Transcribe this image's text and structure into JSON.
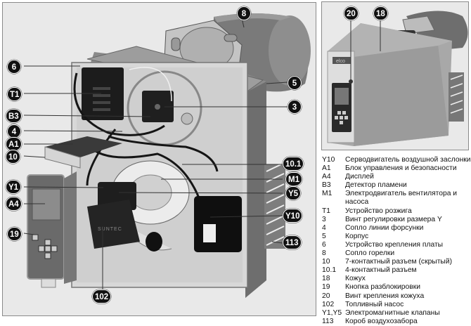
{
  "diagram": {
    "subject": "Oil burner component layout",
    "pump_brand_text": "SUNTEC",
    "housing_brand_text": "elco",
    "colors": {
      "panel_bg": "#e9e9e9",
      "panel_border": "#8a8a8a",
      "badge_bg": "#111111",
      "badge_text": "#ffffff",
      "housing": "#8c8c8c",
      "dark_parts": "#1a1a1a"
    }
  },
  "main_callouts": [
    {
      "id": "8",
      "label": "8"
    },
    {
      "id": "6",
      "label": "6"
    },
    {
      "id": "5",
      "label": "5"
    },
    {
      "id": "T1",
      "label": "T1"
    },
    {
      "id": "3",
      "label": "3"
    },
    {
      "id": "B3",
      "label": "B3"
    },
    {
      "id": "4",
      "label": "4"
    },
    {
      "id": "A1",
      "label": "A1"
    },
    {
      "id": "10",
      "label": "10"
    },
    {
      "id": "10.1",
      "label": "10.1"
    },
    {
      "id": "M1",
      "label": "M1"
    },
    {
      "id": "Y1",
      "label": "Y1"
    },
    {
      "id": "Y5",
      "label": "Y5"
    },
    {
      "id": "A4",
      "label": "A4"
    },
    {
      "id": "Y10",
      "label": "Y10"
    },
    {
      "id": "19",
      "label": "19"
    },
    {
      "id": "113",
      "label": "113"
    },
    {
      "id": "102",
      "label": "102"
    }
  ],
  "inset_callouts": [
    {
      "id": "20",
      "label": "20"
    },
    {
      "id": "18",
      "label": "18"
    }
  ],
  "legend": [
    {
      "code": "Y10",
      "text": "Серводвигатель воздушной заслонки"
    },
    {
      "code": "A1",
      "text": "Блок управления и безопасности"
    },
    {
      "code": "A4",
      "text": "Дисплей"
    },
    {
      "code": "B3",
      "text": "Детектор пламени"
    },
    {
      "code": "M1",
      "text": "Электродвигатель вентилятора и насоса"
    },
    {
      "code": "T1",
      "text": "Устройство розжига"
    },
    {
      "code": "3",
      "text": "Винт регулировки размера Y"
    },
    {
      "code": "4",
      "text": "Сопло линии форсунки"
    },
    {
      "code": "5",
      "text": "Корпус"
    },
    {
      "code": "6",
      "text": "Устройство крепления платы"
    },
    {
      "code": "8",
      "text": "Сопло горелки"
    },
    {
      "code": "10",
      "text": "7-контактный разъем (скрытый)"
    },
    {
      "code": "10.1",
      "text": "4-контактный разъем"
    },
    {
      "code": "18",
      "text": "Кожух"
    },
    {
      "code": "19",
      "text": "Кнопка разблокировки"
    },
    {
      "code": "20",
      "text": "Винт крепления кожуха"
    },
    {
      "code": "102",
      "text": "Топливный насос"
    },
    {
      "code": "Y1,Y5",
      "text": "Электромагнитные клапаны"
    },
    {
      "code": "113",
      "text": "Короб воздухозабора"
    }
  ]
}
